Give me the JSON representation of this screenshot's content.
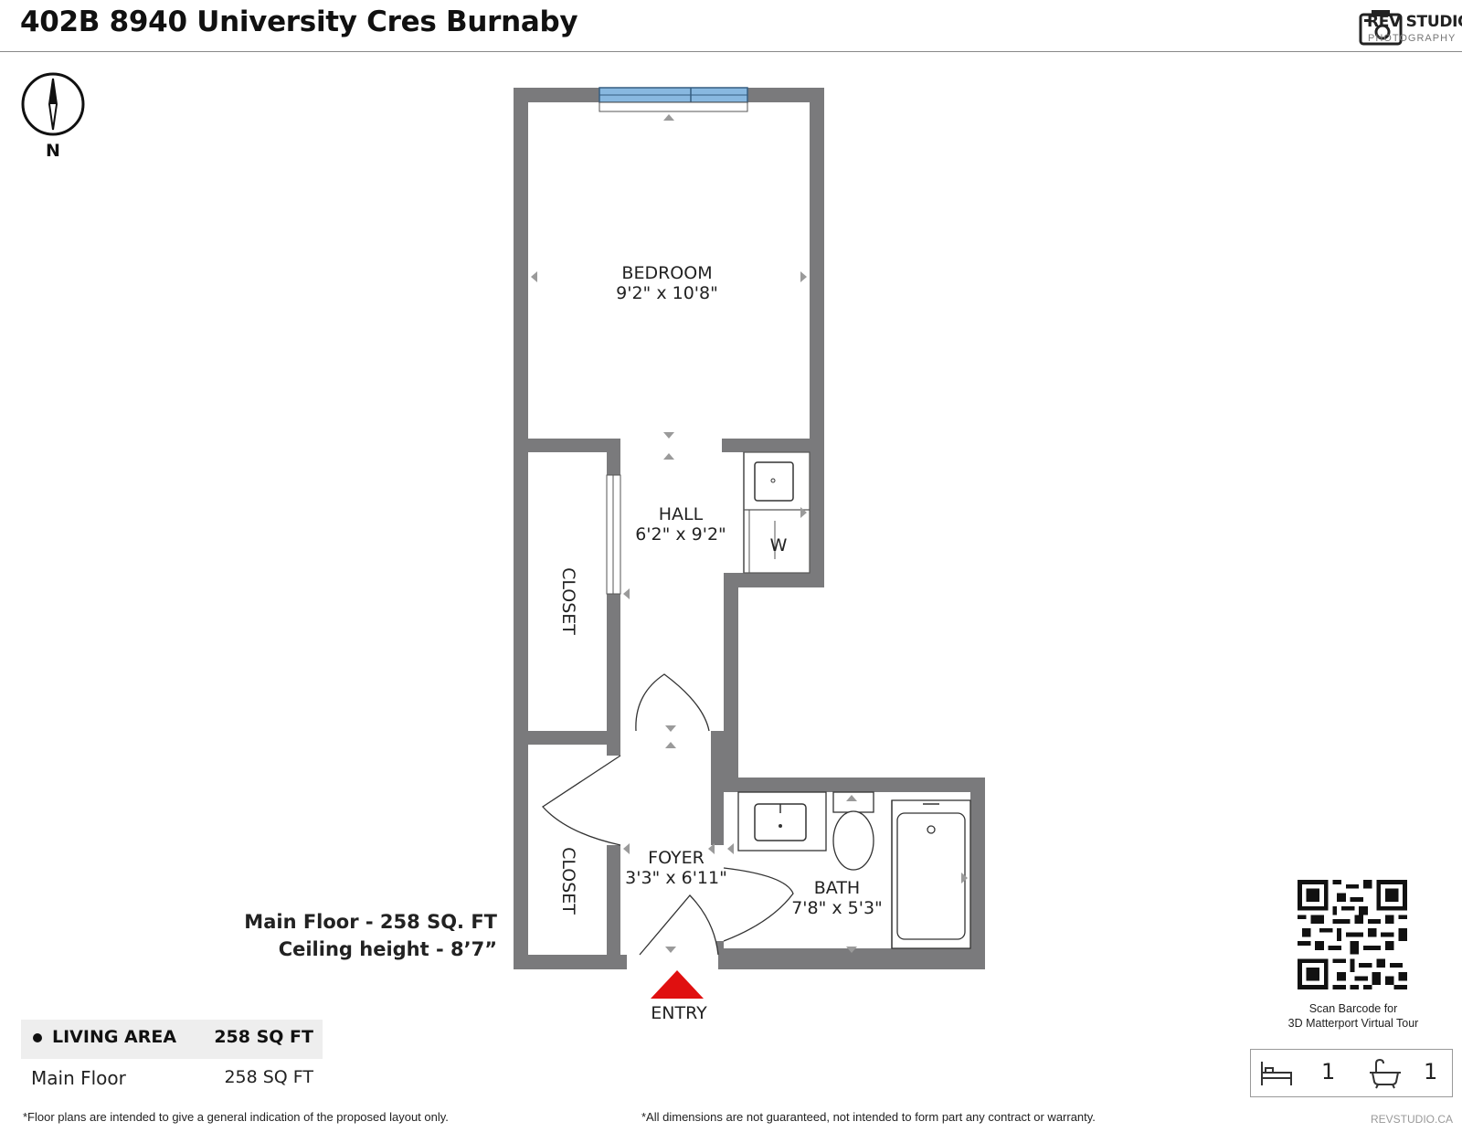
{
  "header": {
    "title": "402B 8940 University Cres Burnaby",
    "brand_name": "REV STUDIO",
    "brand_sub": "PHOTOGRAPHY"
  },
  "compass": {
    "label": "N"
  },
  "rooms": {
    "bedroom": {
      "name": "BEDROOM",
      "dims": "9'2\" x 10'8\""
    },
    "hall": {
      "name": "HALL",
      "dims": "6'2\" x 9'2\""
    },
    "closet_upper": {
      "name": "CLOSET"
    },
    "closet_lower": {
      "name": "CLOSET"
    },
    "foyer": {
      "name": "FOYER",
      "dims": "3'3\" x 6'11\""
    },
    "bath": {
      "name": "BATH",
      "dims": "7'8\" x 5'3\""
    },
    "washer": {
      "name": "W"
    },
    "entry": {
      "name": "ENTRY"
    }
  },
  "floor_info": {
    "line1": "Main Floor - 258 SQ. FT",
    "line2": "Ceiling height - 8’7”"
  },
  "living_area": {
    "label": "LIVING AREA",
    "value": "258 SQ FT",
    "rows": [
      {
        "label": "Main Floor",
        "value": "258 SQ FT"
      }
    ]
  },
  "qr": {
    "caption_line1": "Scan Barcode for",
    "caption_line2": "3D Matterport Virtual Tour"
  },
  "counts": {
    "bedrooms": "1",
    "bathrooms": "1"
  },
  "footer": {
    "disclaimer_left": "*Floor plans are intended to give a general indication of the proposed layout only.",
    "disclaimer_right": "*All dimensions are not guaranteed, not intended to form part any contract or warranty.",
    "website": "REVSTUDIO.CA"
  },
  "colors": {
    "wall": "#7a7a7c",
    "window": "#88b8e0",
    "entry_arrow": "#e01010"
  }
}
